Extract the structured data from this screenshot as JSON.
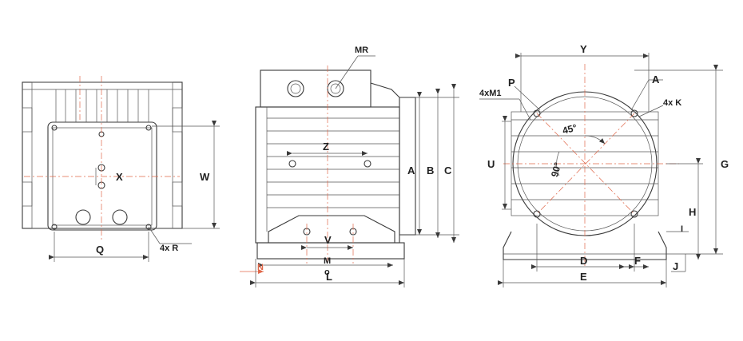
{
  "views": {
    "end_view": {
      "labels": {
        "w": "W",
        "x": "X",
        "q": "Q",
        "r": "4x R"
      }
    },
    "side_view": {
      "labels": {
        "mr": "MR",
        "z": "Z",
        "a": "A",
        "b": "B",
        "c": "C",
        "v": "V",
        "m": "M",
        "o": "o",
        "n": "N",
        "l": "L"
      }
    },
    "flange_view": {
      "labels": {
        "y": "Y",
        "p": "P",
        "m1": "4xM1",
        "a": "A",
        "k": "4x K",
        "u": "U",
        "g": "G",
        "h": "H",
        "i": "I",
        "d": "D",
        "f": "F",
        "j": "J",
        "e": "E",
        "ang45": "45°",
        "ang90": "90°"
      }
    }
  },
  "colors": {
    "line": "#3a3a3a",
    "centerline": "#e0684a"
  }
}
